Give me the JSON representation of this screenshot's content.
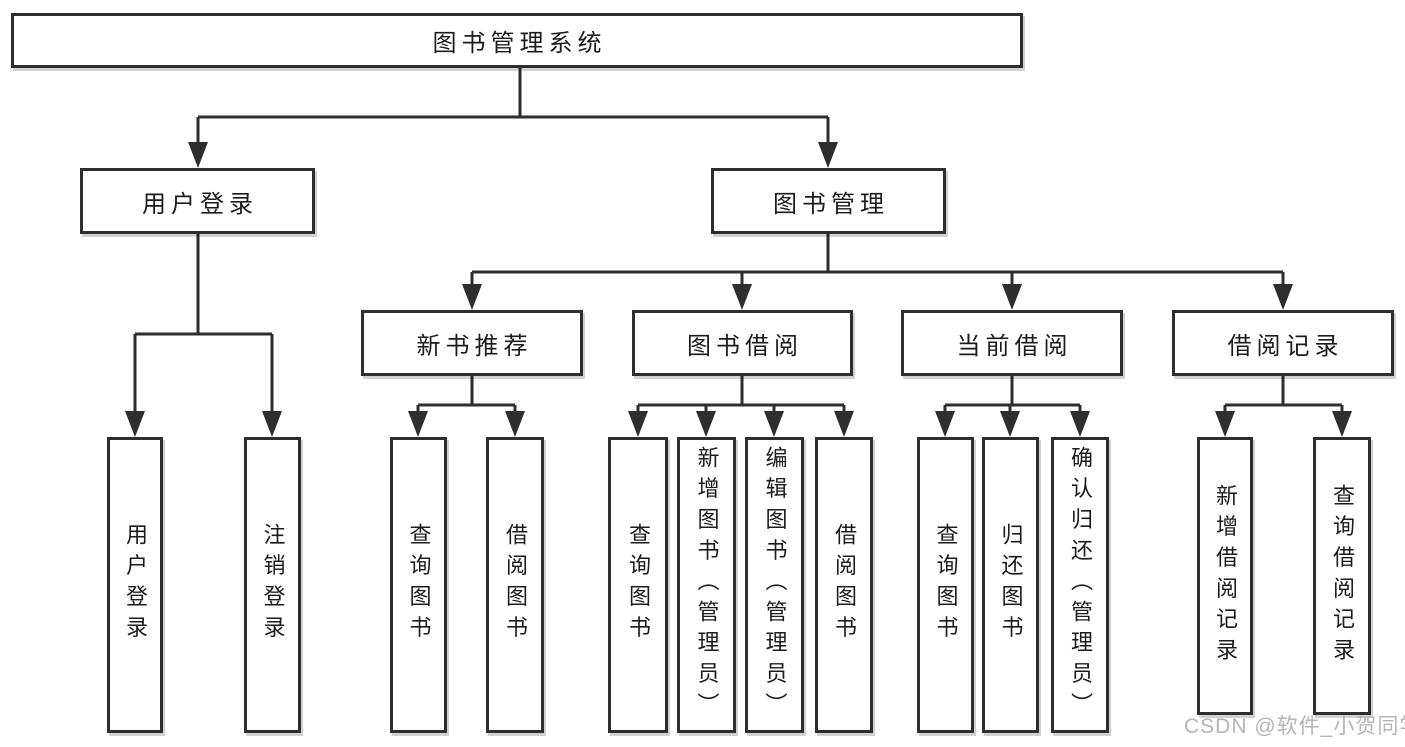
{
  "diagram": {
    "type": "hierarchy-tree",
    "root": {
      "label": "图书管理系统"
    },
    "level2": [
      {
        "label": "用户登录"
      },
      {
        "label": "图书管理"
      }
    ],
    "level3": [
      {
        "label": "新书推荐"
      },
      {
        "label": "图书借阅"
      },
      {
        "label": "当前借阅"
      },
      {
        "label": "借阅记录"
      }
    ],
    "leaves": [
      {
        "label": "用户登录",
        "parent": "用户登录"
      },
      {
        "label": "注销登录",
        "parent": "用户登录"
      },
      {
        "label": "查询图书",
        "parent": "新书推荐"
      },
      {
        "label": "借阅图书",
        "parent": "新书推荐"
      },
      {
        "label": "查询图书",
        "parent": "图书借阅"
      },
      {
        "label": "新增图书（管理员）",
        "parent": "图书借阅"
      },
      {
        "label": "编辑图书（管理员）",
        "parent": "图书借阅"
      },
      {
        "label": "借阅图书",
        "parent": "图书借阅"
      },
      {
        "label": "查询图书",
        "parent": "当前借阅"
      },
      {
        "label": "归还图书",
        "parent": "当前借阅"
      },
      {
        "label": "确认归还（管理员）",
        "parent": "当前借阅"
      },
      {
        "label": "新增借阅记录",
        "parent": "借阅记录"
      },
      {
        "label": "查询借阅记录",
        "parent": "借阅记录"
      }
    ]
  },
  "watermark": {
    "text": "CSDN @软件_小贺同学"
  },
  "colors": {
    "line": "#2e2e2e",
    "text": "#1c1c1c",
    "watermark": "#b5b5b5",
    "background": "#ffffff"
  }
}
